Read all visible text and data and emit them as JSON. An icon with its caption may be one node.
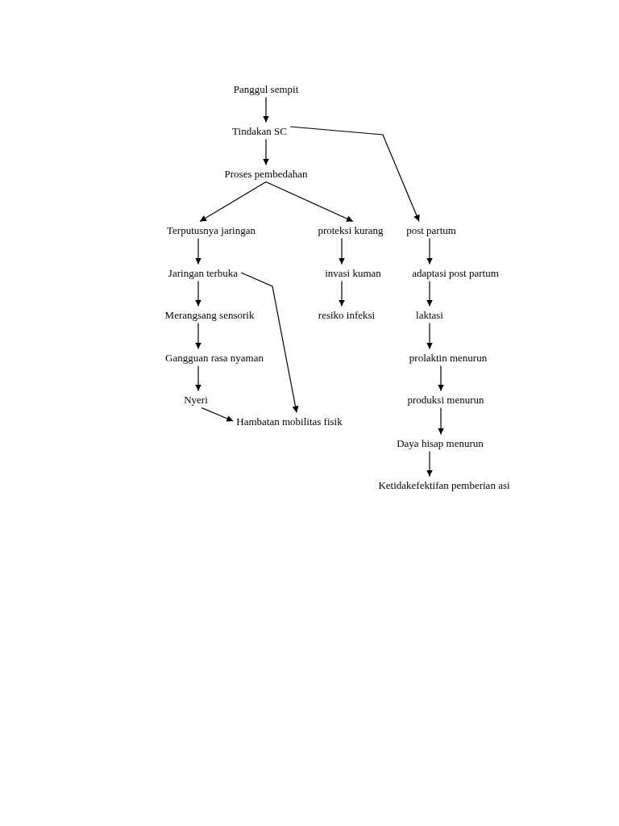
{
  "diagram": {
    "nodes": [
      {
        "text": [
          "Panggul sempit"
        ]
      },
      {
        "text": [
          "Tindakan SC"
        ]
      },
      {
        "text": [
          "Proses pembedahan"
        ]
      },
      {
        "text": [
          "Terputusnya jaringan"
        ]
      },
      {
        "text": [
          "proteksi kurang"
        ]
      },
      {
        "text": [
          "post partum"
        ]
      },
      {
        "text": [
          "Jaringan terbuka"
        ]
      },
      {
        "text": [
          "invasi kuman"
        ]
      },
      {
        "text": [
          "adaptasi post partum"
        ]
      },
      {
        "text": [
          "Merangsang sensorik"
        ]
      },
      {
        "text": [
          "resiko infeksi"
        ]
      },
      {
        "text": [
          "laktasi"
        ]
      },
      {
        "text": [
          "Gangguan rasa nyaman"
        ]
      },
      {
        "text": [
          "prolaktin menurun"
        ]
      },
      {
        "text": [
          "Nyeri"
        ]
      },
      {
        "text": [
          "produksi menurun"
        ]
      },
      {
        "text": [
          "Hambatan mobilitas fisik"
        ]
      },
      {
        "text": [
          "Daya hisap menurun"
        ]
      },
      {
        "text": [
          "Ketidakefektifan pemberian asi"
        ]
      }
    ],
    "edges": [
      {
        "from": 0,
        "to": 1,
        "arrow": "to"
      },
      {
        "from": 1,
        "to": 2,
        "arrow": "to"
      },
      {
        "from": 1,
        "to": 5,
        "arrow": "to"
      },
      {
        "from": 2,
        "to": 3,
        "arrow": "to"
      },
      {
        "from": 2,
        "to": 4,
        "arrow": "to"
      },
      {
        "from": 3,
        "to": 6,
        "arrow": "to"
      },
      {
        "from": 4,
        "to": 7,
        "arrow": "to"
      },
      {
        "from": 7,
        "to": 10,
        "arrow": "to"
      },
      {
        "from": 5,
        "to": 8,
        "arrow": "to"
      },
      {
        "from": 8,
        "to": 11,
        "arrow": "to"
      },
      {
        "from": 11,
        "to": 13,
        "arrow": "to"
      },
      {
        "from": 13,
        "to": 15,
        "arrow": "to"
      },
      {
        "from": 15,
        "to": 17,
        "arrow": "to"
      },
      {
        "from": 17,
        "to": 18,
        "arrow": "to"
      },
      {
        "from": 6,
        "to": 9,
        "arrow": "to"
      },
      {
        "from": 9,
        "to": 12,
        "arrow": "to"
      },
      {
        "from": 12,
        "to": 14,
        "arrow": "to"
      },
      {
        "from": 6,
        "to": 16,
        "arrow": "to"
      },
      {
        "from": 14,
        "to": 16,
        "arrow": "to"
      }
    ]
  }
}
